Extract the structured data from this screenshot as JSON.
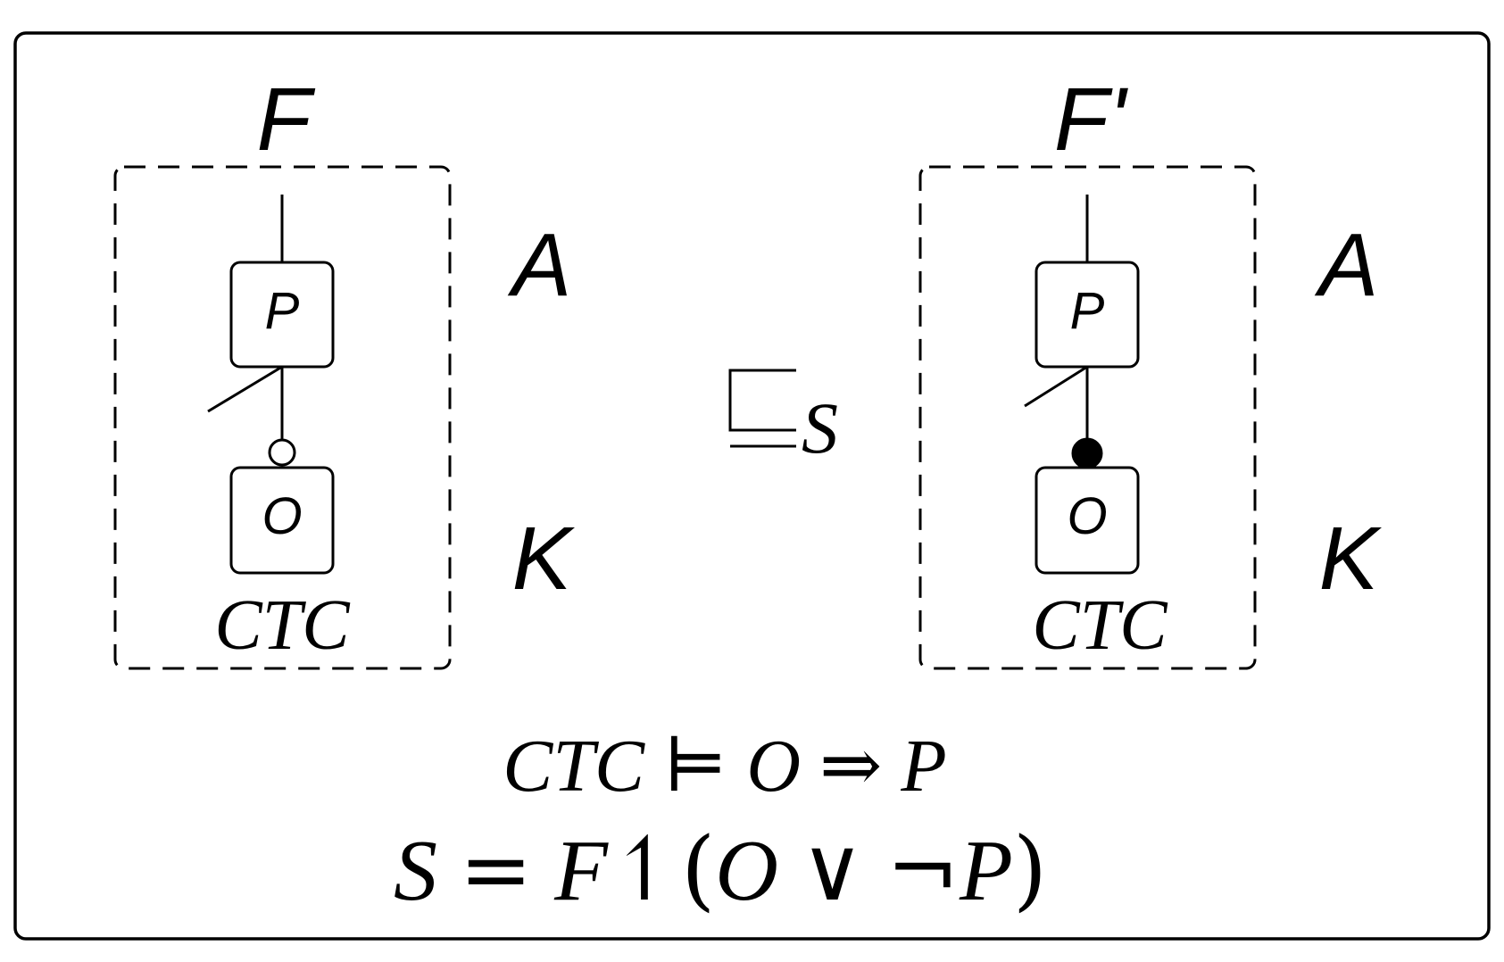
{
  "left_model": {
    "title": "F",
    "parent_feature": "P",
    "child_feature": "O",
    "constraint_label": "CTC",
    "child_relation": "optional"
  },
  "right_model": {
    "title": "F'",
    "parent_feature": "P",
    "child_feature": "O",
    "constraint_label": "CTC",
    "child_relation": "mandatory"
  },
  "left_row_labels": {
    "top": "A",
    "bottom": "K"
  },
  "right_row_labels": {
    "top": "A",
    "bottom": "K"
  },
  "relation": {
    "symbol": "⊑",
    "subscript": "S"
  },
  "formula_line1": {
    "lhs": "CTC",
    "entails": "⊨",
    "premise": "O",
    "implies": "⇒",
    "conclusion": "P"
  },
  "formula_line2": {
    "lhs": "S",
    "eq": "=",
    "model": "F",
    "restrict": "↿",
    "open": "(",
    "a": "O",
    "or": "∨",
    "not": "¬",
    "b": "P",
    "close": ")"
  }
}
